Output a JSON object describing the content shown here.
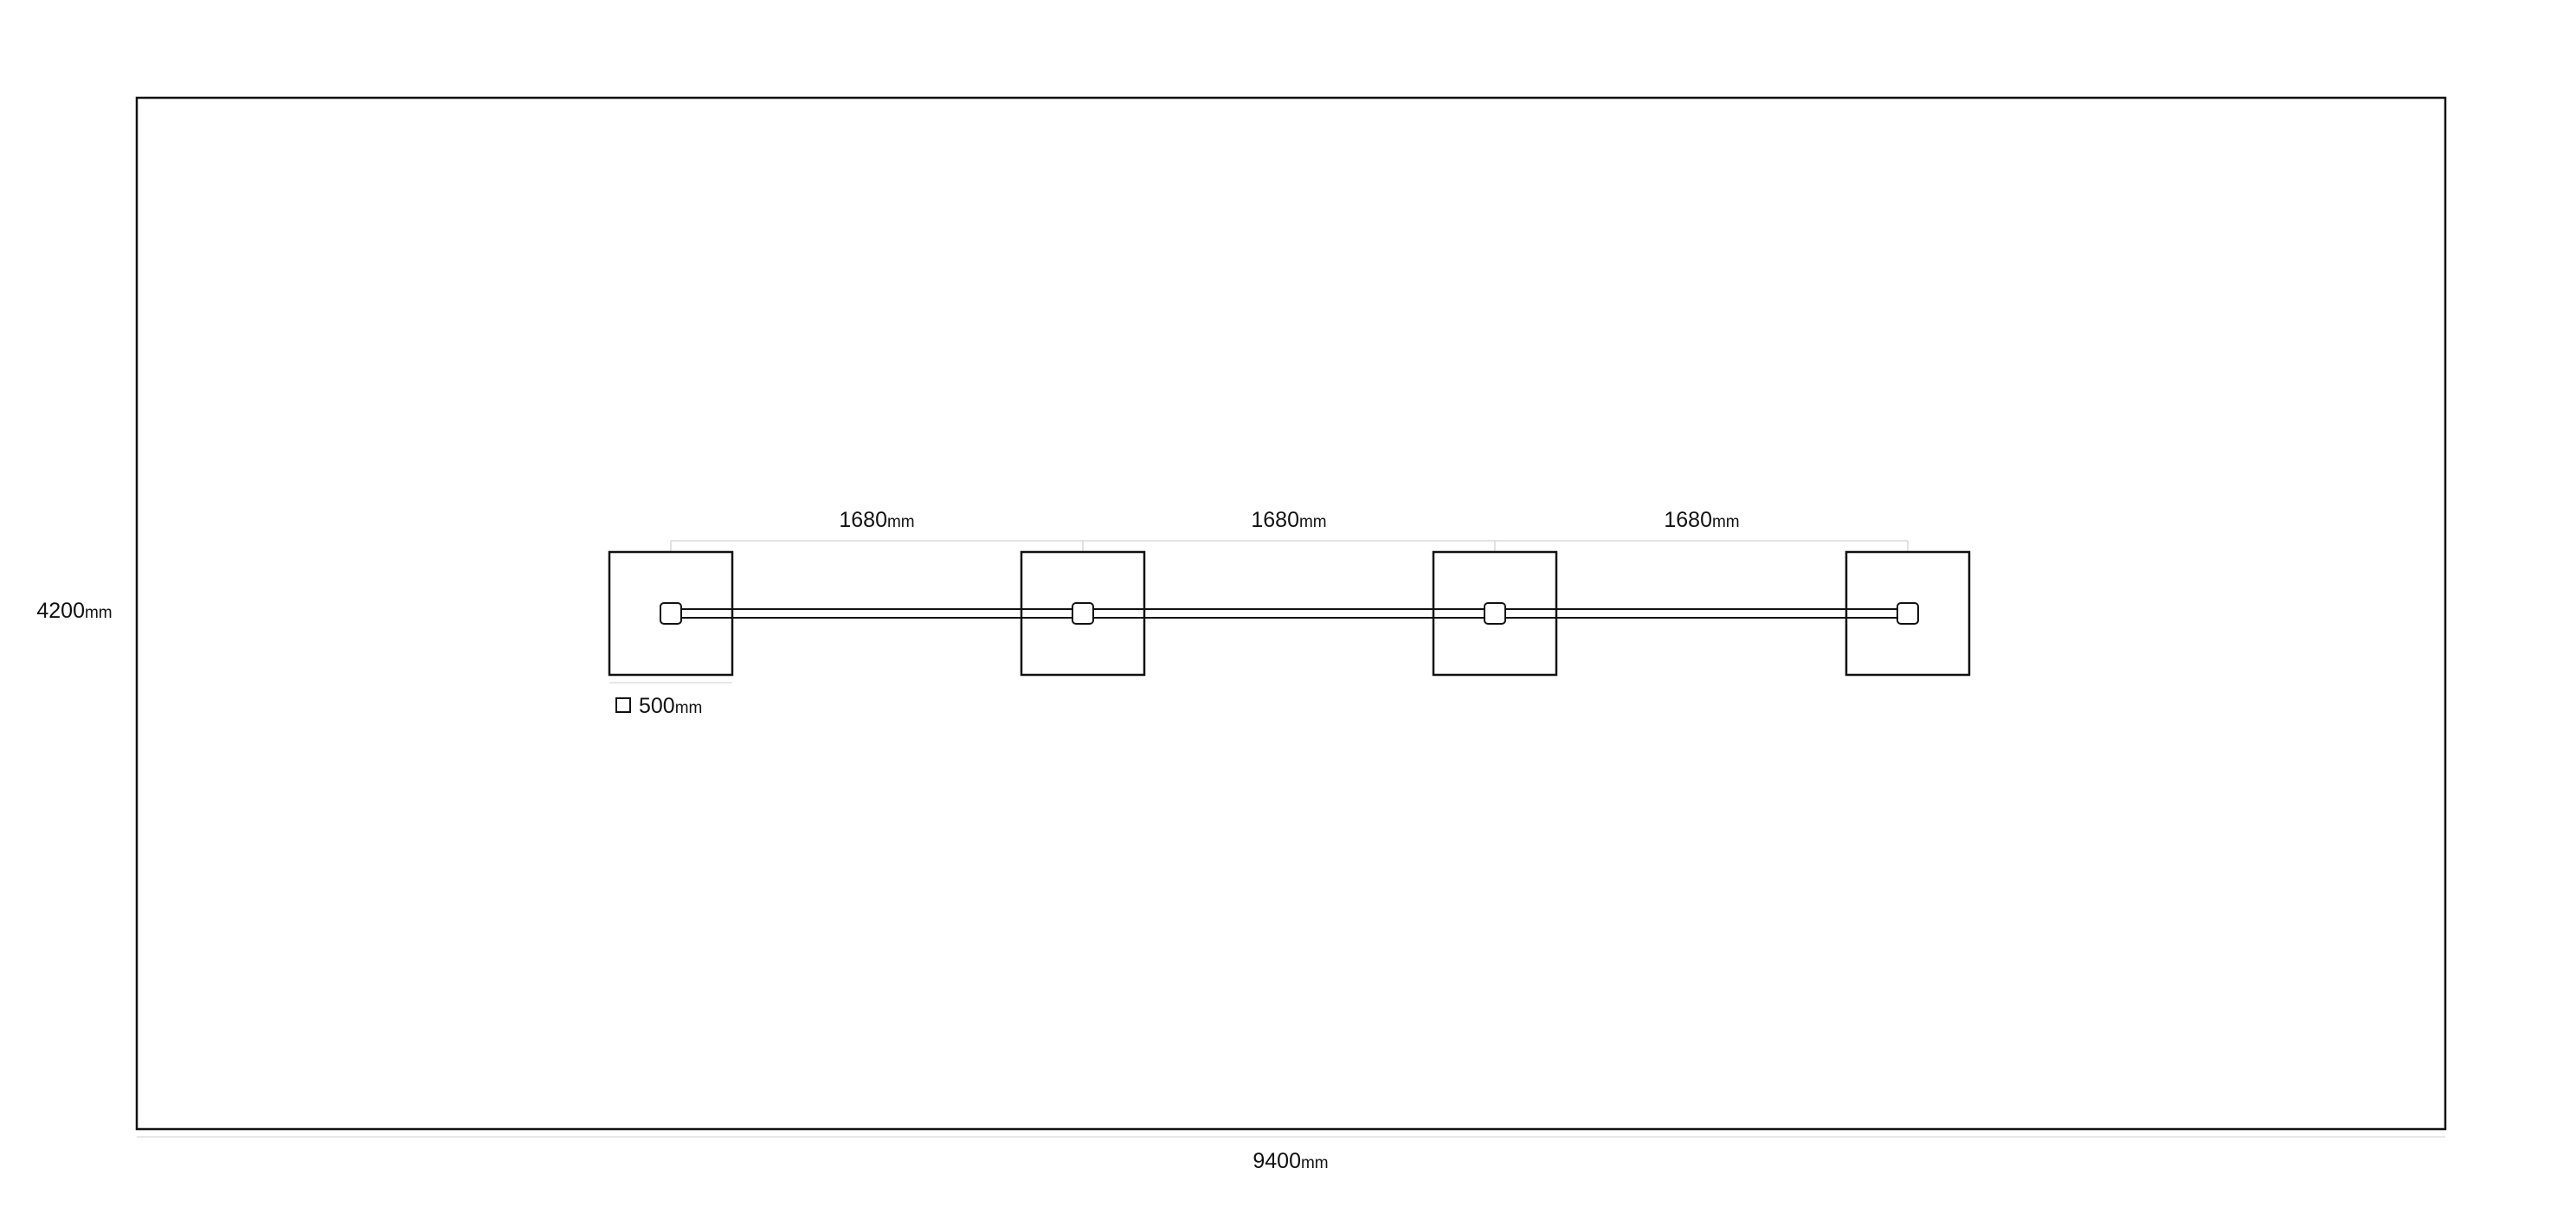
{
  "plan": {
    "width_dimension": {
      "value": "9400",
      "unit": "mm"
    },
    "height_dimension": {
      "value": "4200",
      "unit": "mm"
    }
  },
  "pads": {
    "count": 4,
    "size_label": {
      "value": "500",
      "unit": "mm"
    },
    "spacings": [
      {
        "value": "1680",
        "unit": "mm"
      },
      {
        "value": "1680",
        "unit": "mm"
      },
      {
        "value": "1680",
        "unit": "mm"
      }
    ]
  },
  "colors": {
    "line": "#111111",
    "guide": "#d8d8d8",
    "background": "#ffffff"
  }
}
